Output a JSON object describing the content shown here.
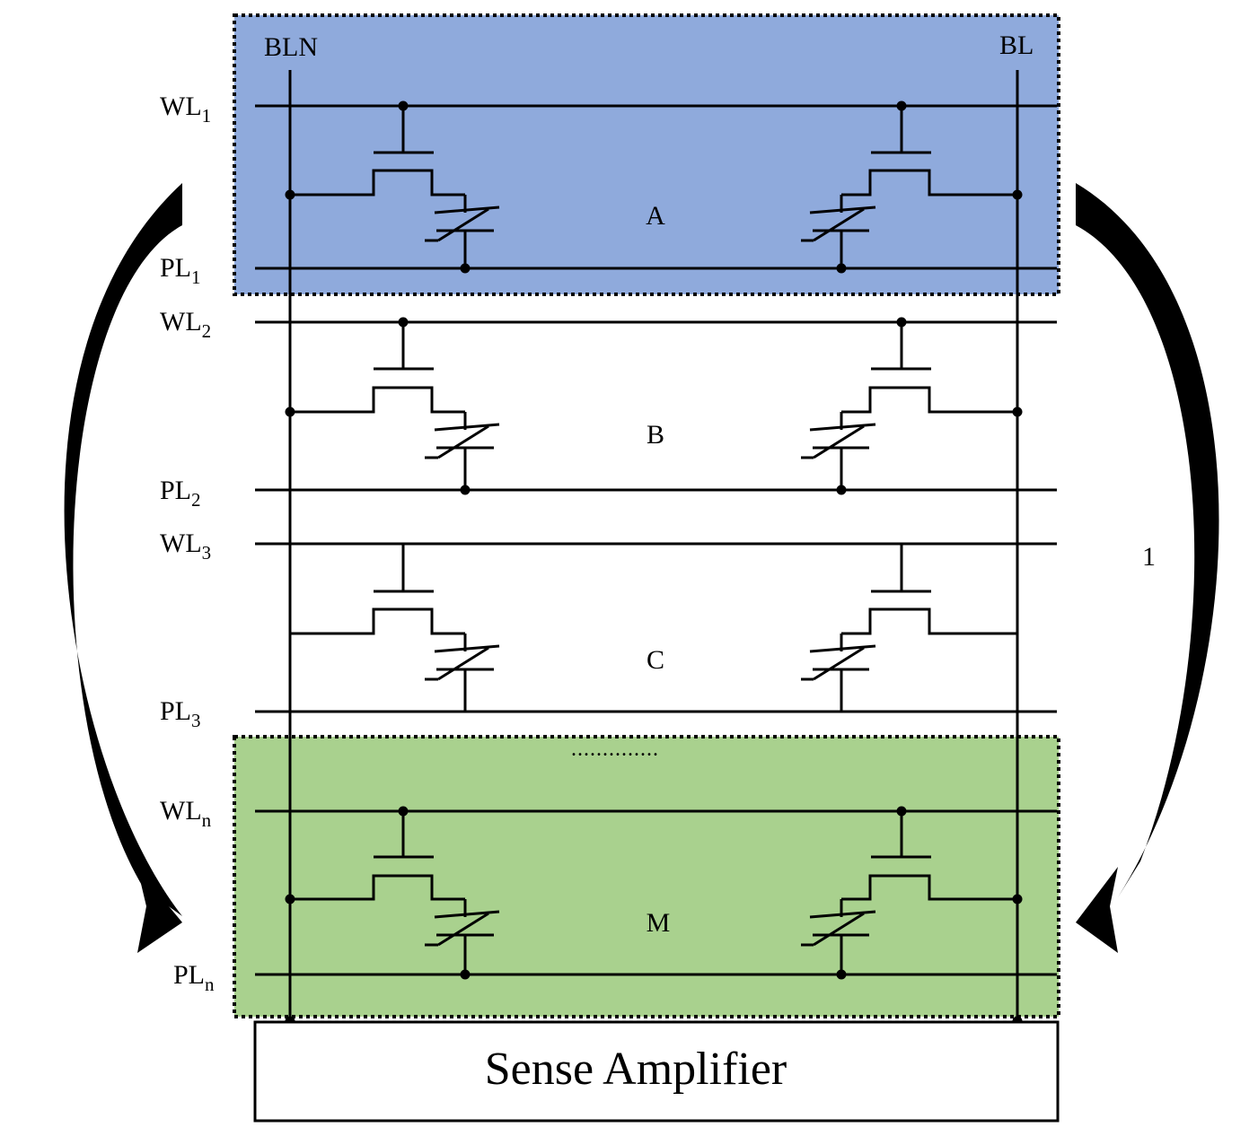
{
  "colors": {
    "top_region_fill": "#8faadc",
    "bottom_region_fill": "#a9d18e",
    "line": "#000000"
  },
  "bitlines": {
    "left": "BLN",
    "right": "BL"
  },
  "rows": [
    {
      "wl": {
        "base": "WL",
        "sub": "1"
      },
      "pl": {
        "base": "PL",
        "sub": "1"
      },
      "cell_label": "A",
      "connected": true,
      "region": "top-highlight"
    },
    {
      "wl": {
        "base": "WL",
        "sub": "2"
      },
      "pl": {
        "base": "PL",
        "sub": "2"
      },
      "cell_label": "B",
      "connected": true,
      "region": "none"
    },
    {
      "wl": {
        "base": "WL",
        "sub": "3"
      },
      "pl": {
        "base": "PL",
        "sub": "3"
      },
      "cell_label": "C",
      "connected": false,
      "region": "none"
    },
    {
      "wl": {
        "base": "WL",
        "sub": "n"
      },
      "pl": {
        "base": "PL",
        "sub": "n"
      },
      "cell_label": "M",
      "connected": true,
      "region": "bottom-highlight"
    }
  ],
  "ellipsis": "..............",
  "right_arrow_label": "1",
  "sense_amplifier_label": "Sense Amplifier",
  "arrows": [
    {
      "side": "left",
      "direction": "top-to-bottom"
    },
    {
      "side": "right",
      "direction": "top-to-bottom"
    }
  ],
  "icons": {
    "transistor": "nmos-transistor-icon",
    "ferro_capacitor": "ferroelectric-capacitor-icon"
  }
}
